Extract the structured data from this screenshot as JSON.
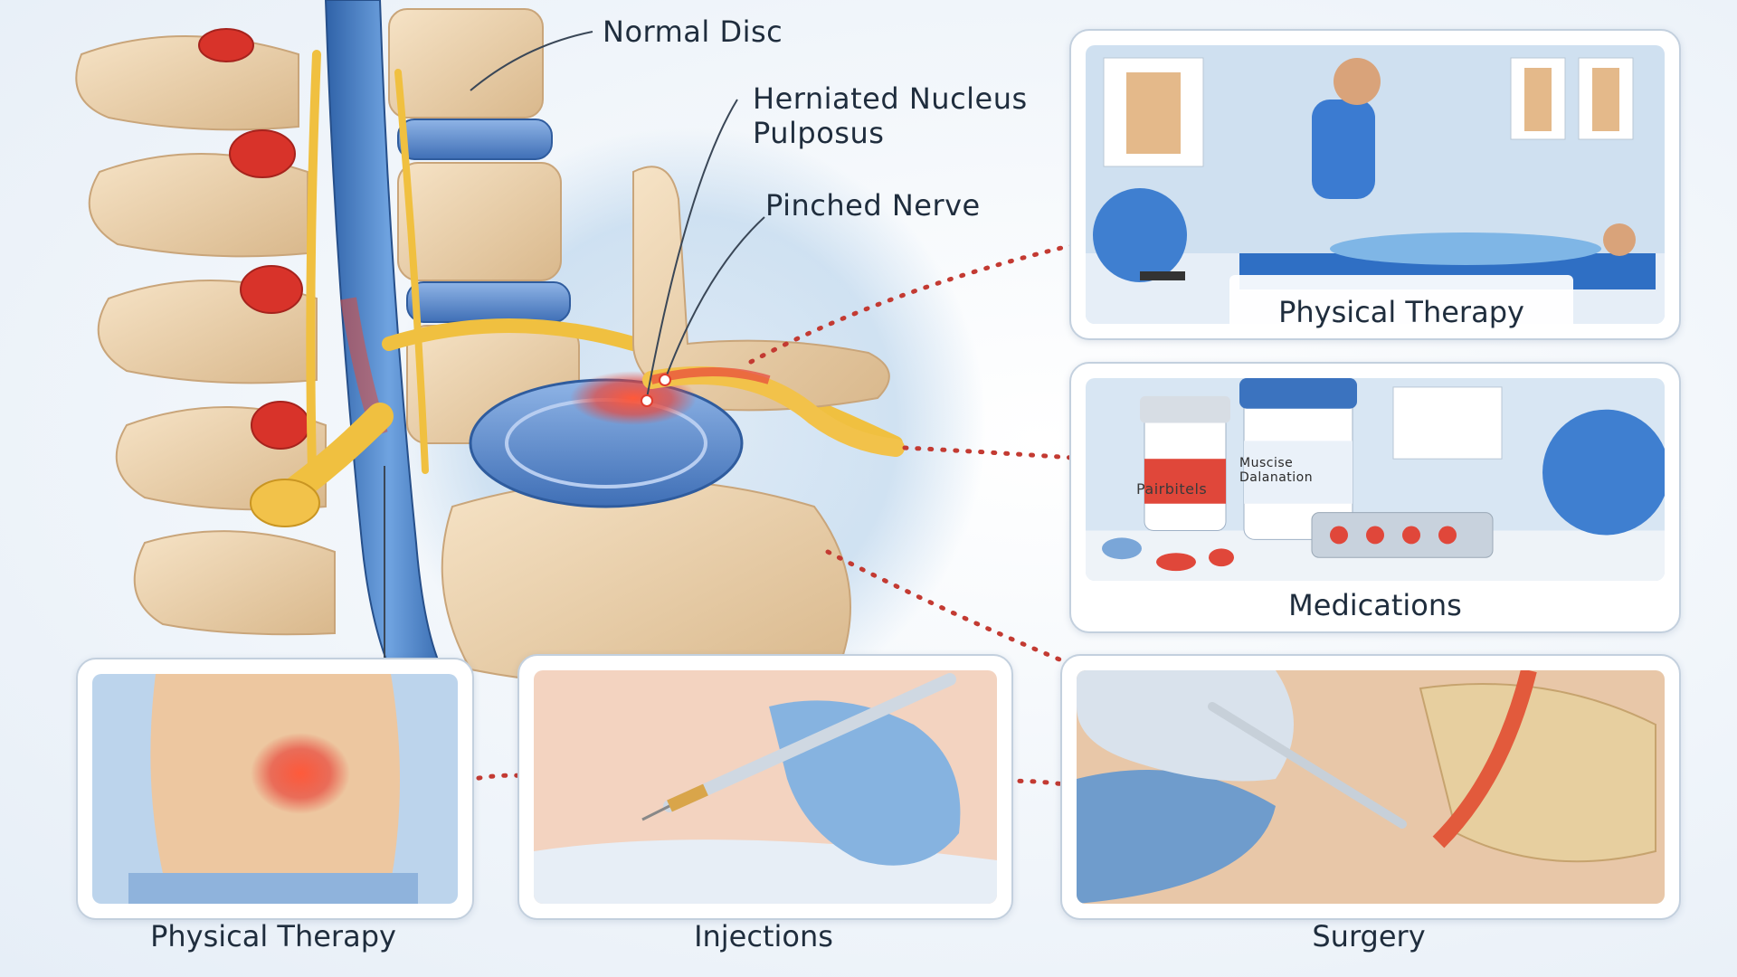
{
  "labels": {
    "normal_disc": "Normal Disc",
    "herniated_line1": "Herniated Nucleus",
    "herniated_line2": "Pulposus",
    "pinched_nerve": "Pinched Nerve"
  },
  "treatments": {
    "physical_therapy_top": "Physical Therapy",
    "medications": "Medications",
    "bottle_left_label": "Pairbitels",
    "bottle_right_line1": "Muscise",
    "bottle_right_line2": "Dalanation",
    "physical_therapy_bottom": "Physical Therapy",
    "injections": "Injections",
    "surgery": "Surgery"
  },
  "colors": {
    "bone": "#e9cfa8",
    "disc": "#5a86c8",
    "nerve": "#f2c24a",
    "spinal_cord": "#4d82c4",
    "inflammation": "#e03c2e",
    "connector": "#c33a32",
    "panel_border": "#c3d0de"
  }
}
